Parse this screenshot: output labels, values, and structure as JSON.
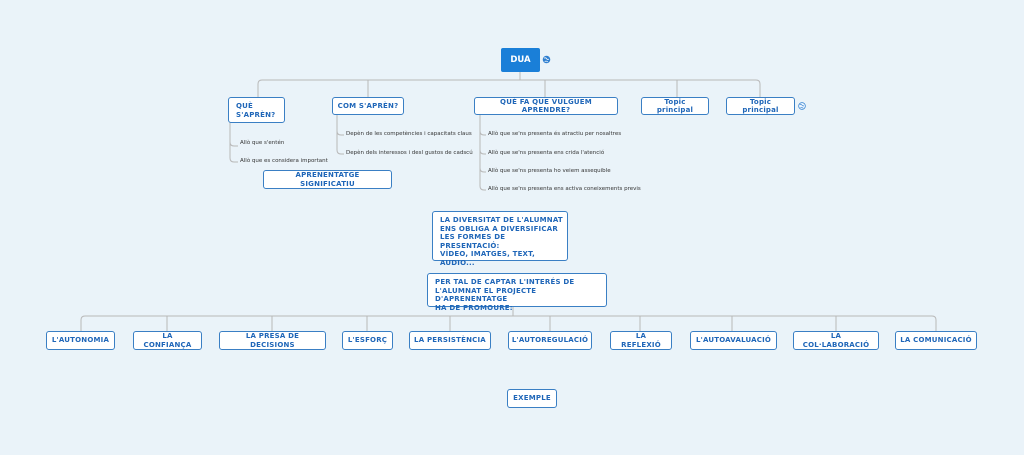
{
  "root": {
    "label": "DUA"
  },
  "top_branches": [
    {
      "label": "QUÈ\nS'APRÈN?"
    },
    {
      "label": "COM S'APRÈN?"
    },
    {
      "label": "QUÈ FA QUE VULGUEM APRENDRE?"
    },
    {
      "label": "Topic principal"
    },
    {
      "label": "Topic principal"
    }
  ],
  "leaves_que": [
    "Allò que s'entén",
    "Allò que es considera important"
  ],
  "leaves_com": [
    "Depèn de les competències i capacitats claus",
    "Depèn dels interessos i desl gustos de cadscú"
  ],
  "leaves_fa": [
    "Allò que se'ns presenta és atractiu per nosaltres",
    "Allò que se'ns presenta ens crida l'atenció",
    "Allò que se'ns presenta ho veiem assequible",
    "Allò que se'ns presenta ens activa coneixements previs"
  ],
  "aprenentatge": "APRENENTATGE SIGNIFICATIU",
  "diversitat": "LA DIVERSITAT DE L'ALUMNAT\nENS OBLIGA A DIVERSIFICAR\nLES FORMES DE PRESENTACIÓ:\nVÍDEO, IMATGES, TEXT,\nAUDIO...",
  "projecte": "PER TAL DE CAPTAR L'INTERÉS DE\nL'ALUMNAT EL PROJECTE D'APRENENTATGE\nHA DE PROMOURE:",
  "values": [
    "L'AUTONOMIA",
    "LA CONFIANÇA",
    "LA PRESA DE DECISIONS",
    "L'ESFORÇ",
    "LA PERSISTÈNCIA",
    "L'AUTOREGULACIÓ",
    "LA REFLEXIÓ",
    "L'AUTOAVALUACIÓ",
    "LA COL·LABORACIÓ",
    "LA COMUNICACIÓ"
  ],
  "exemple": "EXEMPLE",
  "icons": {
    "root_link": "globe-icon",
    "topic_link": "globe-icon"
  },
  "colors": {
    "accent": "#1a7fd8",
    "node_border": "#3a7fc4",
    "node_text": "#1f66b8",
    "connector": "#b4b4b4",
    "background": "#eaf3f9"
  }
}
